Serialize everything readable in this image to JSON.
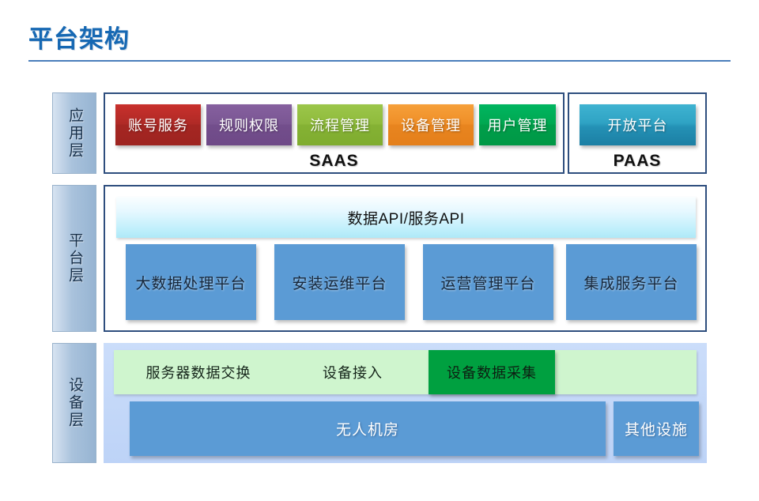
{
  "title": "平台架构",
  "layers": [
    {
      "name": "应用层"
    },
    {
      "name": "平台层"
    },
    {
      "name": "设备层"
    }
  ],
  "application_layer": {
    "label": "应用层",
    "saas": {
      "caption": "SAAS",
      "modules": [
        {
          "label": "账号服务",
          "color": "#B02A26"
        },
        {
          "label": "规则权限",
          "color": "#7A5693"
        },
        {
          "label": "流程管理",
          "color": "#8FBB3C"
        },
        {
          "label": "设备管理",
          "color": "#EF8E27"
        },
        {
          "label": "用户管理",
          "color": "#00A851"
        }
      ]
    },
    "paas": {
      "caption": "PAAS",
      "modules": [
        {
          "label": "开放平台",
          "color": "#2FA3C4"
        }
      ]
    }
  },
  "platform_layer": {
    "label": "平台层",
    "api_band": {
      "label": "数据API/服务API",
      "color": "#BFEFFB"
    },
    "platforms": [
      {
        "label": "大数据处理平台",
        "color": "#5B9BD5"
      },
      {
        "label": "安装运维平台",
        "color": "#5B9BD5"
      },
      {
        "label": "运营管理平台",
        "color": "#5B9BD5"
      },
      {
        "label": "集成服务平台",
        "color": "#5B9BD5"
      }
    ]
  },
  "device_layer": {
    "label": "设备层",
    "band_color": "#CFF5CE",
    "capabilities": [
      {
        "label": "服务器数据交换",
        "highlighted": false
      },
      {
        "label": "设备接入",
        "highlighted": false
      },
      {
        "label": "设备数据采集",
        "highlighted": true,
        "color": "#00A040"
      }
    ],
    "facilities": [
      {
        "label": "无人机房",
        "color": "#5B9BD5"
      },
      {
        "label": "其他设施",
        "color": "#5B9BD5"
      }
    ]
  },
  "theme": {
    "title_color": "#1668B3",
    "rule_color": "#4A7EBB",
    "panel_border": "#2E4E7E",
    "layer_label_bg": "#A9C2DC",
    "device_shell_bg": "#BDD3F7"
  }
}
